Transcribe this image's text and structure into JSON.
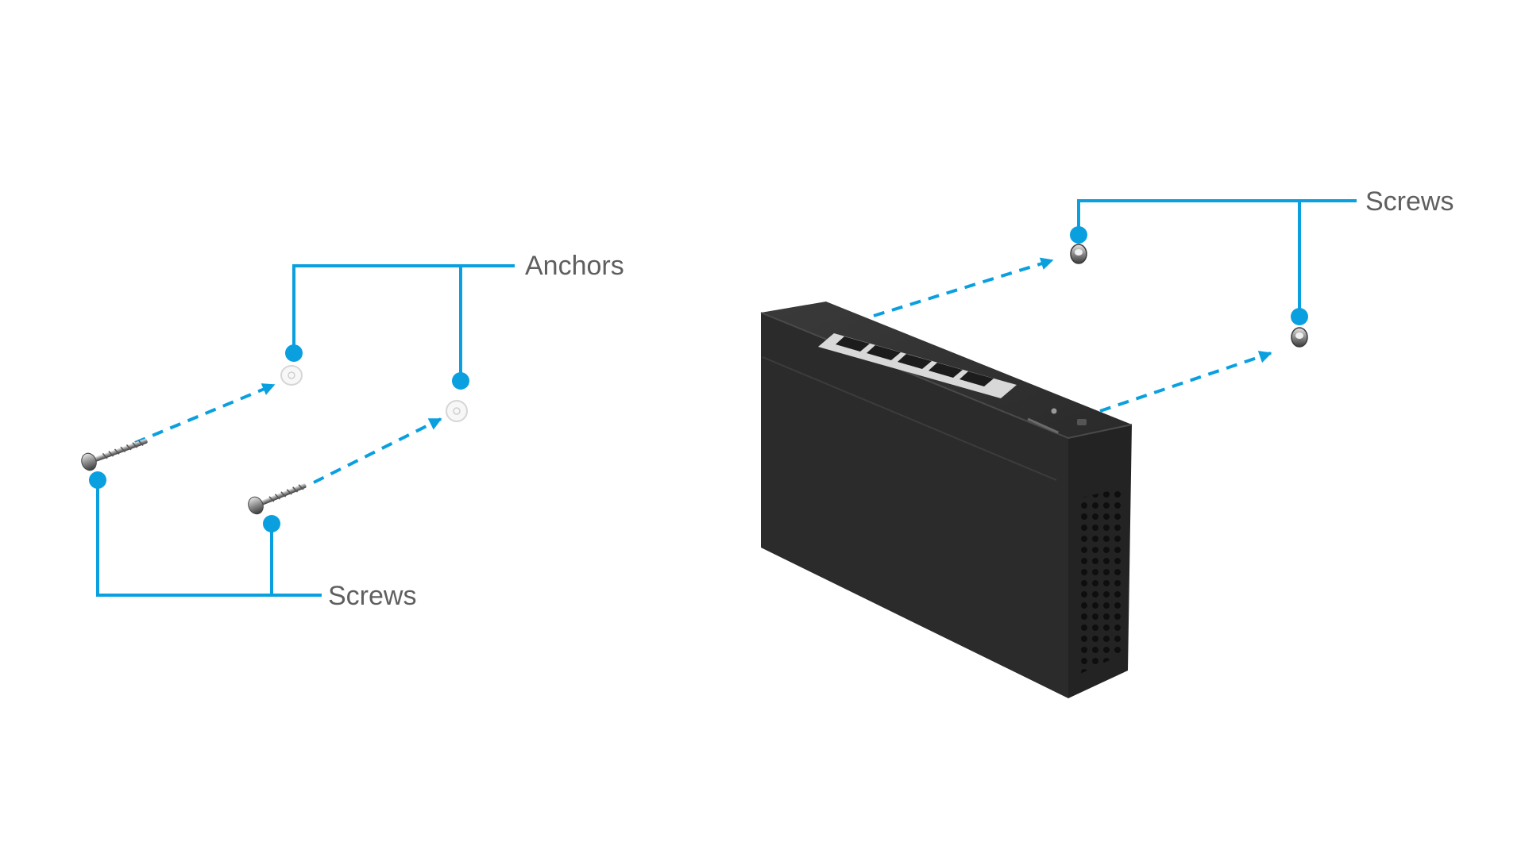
{
  "labels": {
    "anchors": "Anchors",
    "screws_left": "Screws",
    "screws_right": "Screws"
  },
  "colors": {
    "callout": "#0aa0e0",
    "switch_body": "#2b2b2b",
    "background": "#ffffff",
    "label_text": "#5f5f5f"
  },
  "icons": {
    "anchor": "anchor-icon",
    "screw": "screw-icon",
    "switch": "network-switch-icon"
  }
}
